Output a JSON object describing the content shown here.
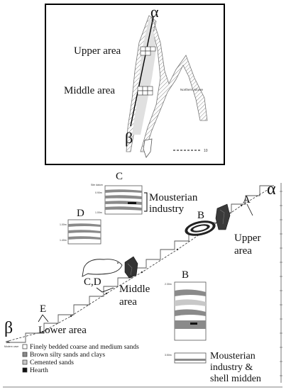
{
  "map": {
    "alpha": "α",
    "beta": "β",
    "upper_area": "Upper area",
    "middle_area": "Middle area",
    "northern_alcove": "Northern Alcove",
    "scale_label": "10"
  },
  "profile": {
    "alpha": "α",
    "beta": "β",
    "upper_area": "Upper area",
    "middle_area": "Middle area",
    "lower_area": "Lower area",
    "label_a": "A",
    "label_b": "B",
    "label_e": "E",
    "label_cd": "C,D",
    "mouth_label": "Modern cave"
  },
  "section_c": {
    "label": "C",
    "caption": "Mousterian industry"
  },
  "section_d": {
    "label": "D"
  },
  "section_b": {
    "label": "B",
    "caption": "Mousterian industry & shell midden"
  },
  "legend": [
    {
      "label": "Finely bedded coarse and medium sands",
      "color": "#ffffff"
    },
    {
      "label": "Brown silty sands and clays",
      "color": "#8a8a8a"
    },
    {
      "label": "Cemented sands",
      "color": "#c8c8c8"
    },
    {
      "label": "Hearth",
      "color": "#111111"
    }
  ]
}
